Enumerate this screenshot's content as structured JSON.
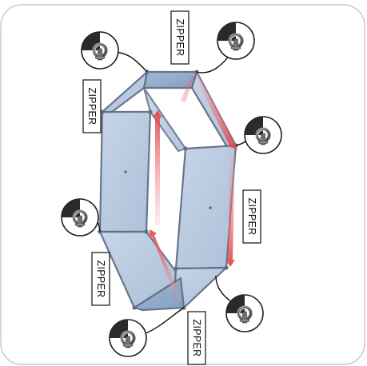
{
  "labels": {
    "zipper_top": "ZIPPER",
    "zipper_left_upper": "ZIPPER",
    "zipper_right_middle": "ZIPPER",
    "zipper_left_lower": "ZIPPER",
    "zipper_bottom": "ZIPPER"
  },
  "hardware": {
    "icon": "eye-bolt-icon",
    "count": 6
  },
  "colors": {
    "panel_fill": "#b7c8df",
    "panel_fill_dark": "#8ea8c8",
    "frame": "#5f6f86",
    "seam_arrow": "#e5686a",
    "callout_line": "#111111",
    "border": "#c9c9c9"
  }
}
